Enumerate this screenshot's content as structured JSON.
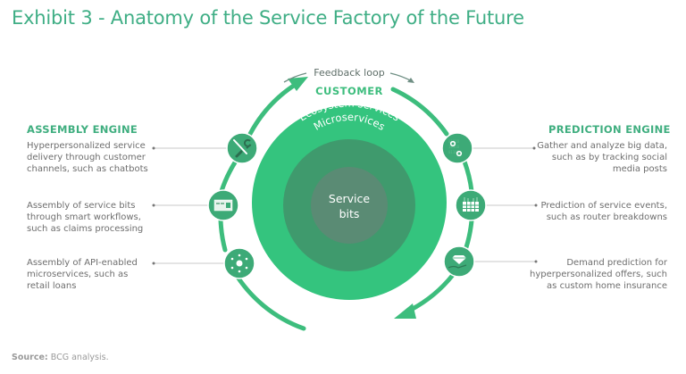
{
  "title": "Exhibit 3 - Anatomy of the Service Factory of the Future",
  "feedback_label": "Feedback loop",
  "customer_label": "CUSTOMER",
  "rings": {
    "outer": "Ecosystem services",
    "middle": "Microservices",
    "inner_line1": "Service",
    "inner_line2": "bits"
  },
  "assembly": {
    "heading": "ASSEMBLY ENGINE",
    "items": [
      {
        "lines": [
          "Hyperpersonalized service",
          "delivery through customer",
          "channels, such as chatbots"
        ],
        "icon": "tools-icon"
      },
      {
        "lines": [
          "Assembly of service bits",
          "through smart workflows,",
          "such as claims processing"
        ],
        "icon": "workflow-screen-icon"
      },
      {
        "lines": [
          "Assembly of API-enabled",
          "microservices, such as",
          "retail loans"
        ],
        "icon": "network-hub-icon"
      }
    ]
  },
  "prediction": {
    "heading": "PREDICTION ENGINE",
    "items": [
      {
        "lines": [
          "Gather and analyze big data,",
          "such as by tracking social",
          "media posts"
        ],
        "icon": "big-data-gears-icon"
      },
      {
        "lines": [
          "Prediction of service events,",
          "such as router breakdowns"
        ],
        "icon": "router-icon"
      },
      {
        "lines": [
          "Demand prediction for",
          "hyperpersonalized offers, such",
          "as custom home insurance"
        ],
        "icon": "diamond-hand-icon"
      }
    ]
  },
  "source": {
    "label": "Source:",
    "text": "BCG analysis."
  },
  "colors": {
    "title": "#3fae85",
    "outer_ring": "#34c47e",
    "middle_ring": "#3f9a6d",
    "inner_ring": "#5a8b74",
    "icon_circle": "#3daa77",
    "text_gray": "#6e6e6e"
  }
}
